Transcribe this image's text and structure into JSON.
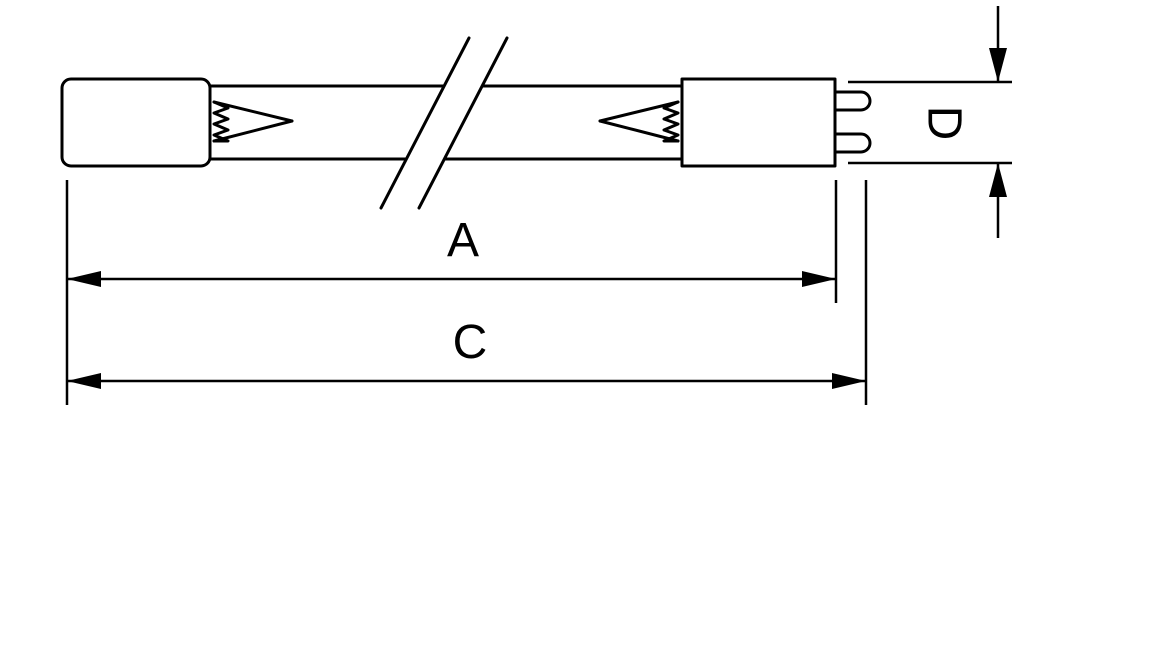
{
  "diagram": {
    "type": "lamp-dimension-drawing",
    "background_color": "#ffffff",
    "line_color": "#000000",
    "labels": {
      "a": "A",
      "c": "C",
      "d": "D"
    }
  }
}
